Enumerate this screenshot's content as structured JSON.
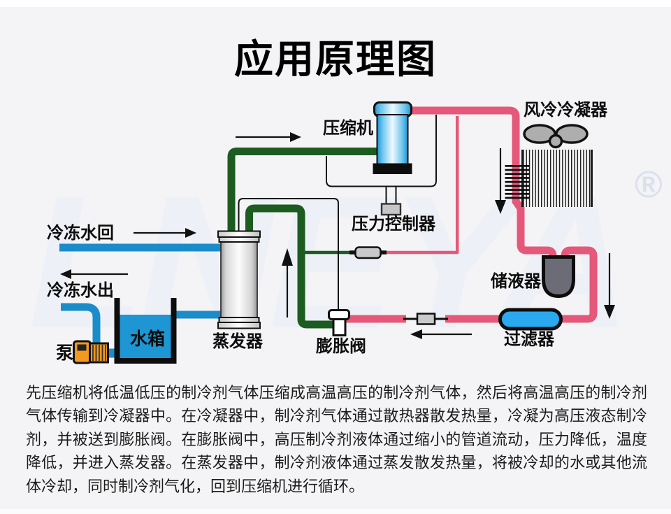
{
  "page": {
    "title": "应用原理图",
    "background": "#f4f4f6"
  },
  "watermark": {
    "text": "LNEYA",
    "registered_mark": "®"
  },
  "diagram": {
    "labels": {
      "compressor": "压缩机",
      "air_cooled_condenser": "风冷冷凝器",
      "pressure_controller": "压力控制器",
      "chilled_water_return": "冷冻水回",
      "chilled_water_out": "冷冻水出",
      "pump": "泵",
      "water_tank": "水箱",
      "evaporator": "蒸发器",
      "expansion_valve": "膨胀阀",
      "receiver": "储液器",
      "filter": "过滤器"
    },
    "colors": {
      "hot_gas_pipe": "#e65879",
      "suction_pipe": "#1c5c20",
      "water_pipe": "#1b8cca",
      "tank_water": "#1d96d3",
      "filter_fill": "#2aa9ef",
      "receiver_fill": "#6c6c76",
      "pump_fill": "#f2991e",
      "compressor_blue": "#1f94d2"
    }
  },
  "description": {
    "text": "先压缩机将低温低压的制冷剂气体压缩成高温高压的制冷剂气体，然后将高温高压的制冷剂气体传输到冷凝器中。在冷凝器中，制冷剂气体通过散热器散发热量，冷凝为高压液态制冷剂，并被送到膨胀阀。在膨胀阀中，高压制冷剂液体通过缩小的管道流动，压力降低，温度降低，并进入蒸发器。在蒸发器中，制冷剂液体通过蒸发散发热量，将被冷却的水或其他流体冷却，同时制冷剂气化，回到压缩机进行循环。"
  }
}
